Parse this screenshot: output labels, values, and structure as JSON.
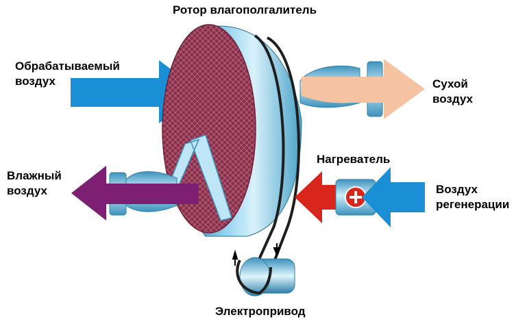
{
  "labels": {
    "rotor": "Ротор влагополгалитель",
    "process_air": [
      "Обрабатываемый",
      "воздух"
    ],
    "dry_air": [
      "Сухой",
      "воздух"
    ],
    "wet_air": [
      "Влажный",
      "воздух"
    ],
    "heater": "Нагреватель",
    "regen_air": [
      "Воздух",
      "регенерации"
    ],
    "motor": "Электропривод"
  },
  "colors": {
    "process_air_arrow": "#1a8fd6",
    "dry_air_arrow": "#f5c3a2",
    "wet_air_arrow": "#7d1f73",
    "heater_arrow": "#d9261c",
    "regen_air_arrow": "#1a8fd6",
    "rotor_face": "#8a2e4a",
    "rotor_rim": "#5fb4d8",
    "belt": "#1e1e1e"
  },
  "icons": {
    "heater": "plus-circle-icon"
  }
}
